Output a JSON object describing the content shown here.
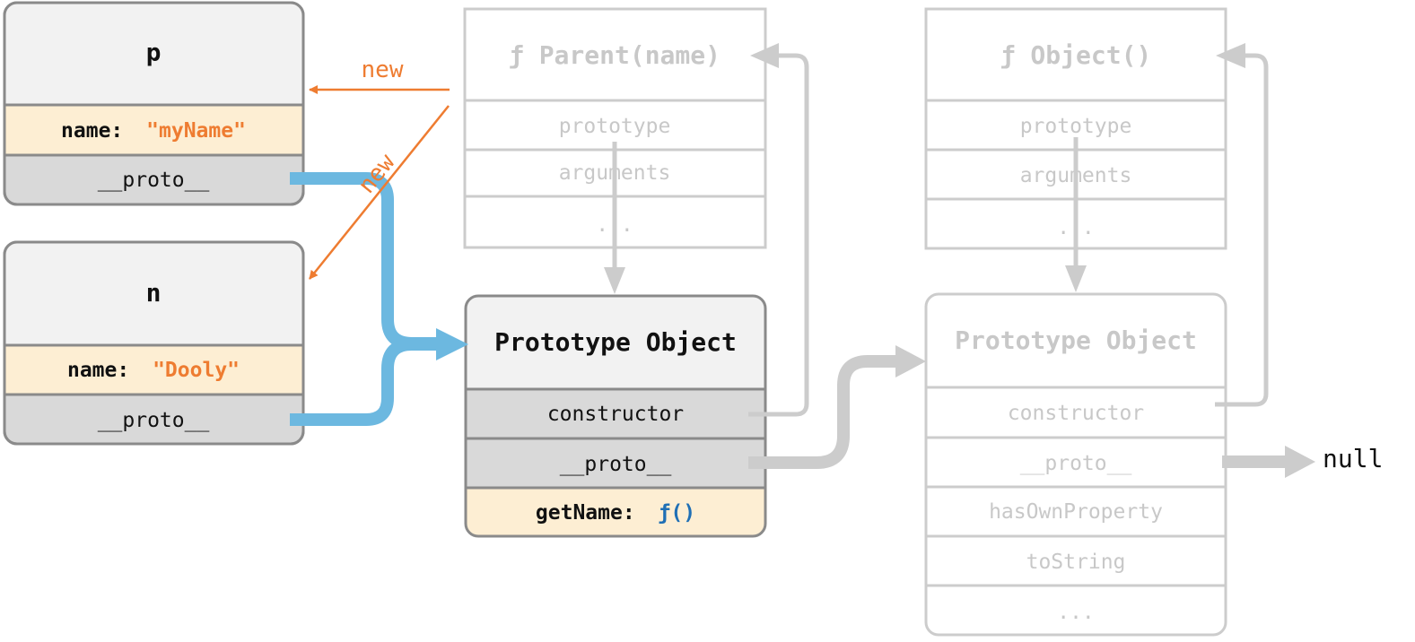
{
  "instances": {
    "p": {
      "title": "p",
      "name_key": "name:",
      "name_value": "\"myName\"",
      "proto_label": "__proto__"
    },
    "n": {
      "title": "n",
      "name_key": "name:",
      "name_value": "\"Dooly\"",
      "proto_label": "__proto__"
    }
  },
  "parent_function": {
    "title": "ƒ Parent(name)",
    "rows": [
      "prototype",
      "arguments",
      "..."
    ]
  },
  "parent_prototype": {
    "title": "Prototype Object",
    "constructor_label": "constructor",
    "proto_label": "__proto__",
    "method_key": "getName:",
    "method_value": "ƒ()"
  },
  "object_function": {
    "title": "ƒ Object()",
    "rows": [
      "prototype",
      "arguments",
      "..."
    ]
  },
  "object_prototype": {
    "title": "Prototype Object",
    "rows": [
      "constructor",
      "__proto__",
      "hasOwnProperty",
      "toString",
      "..."
    ]
  },
  "arrows": {
    "new_label_1": "new",
    "new_label_2": "new",
    "null_label": "null"
  },
  "colors": {
    "orange": "#ee7c31",
    "blue": "#6cb8e0",
    "gray_arrow": "#cccccc",
    "faded_text": "#c8c8c8",
    "header_fill": "#f2f2f2",
    "proto_fill": "#d9d9d9",
    "value_fill": "#fdeed3",
    "func_blue": "#1f6fb5"
  }
}
